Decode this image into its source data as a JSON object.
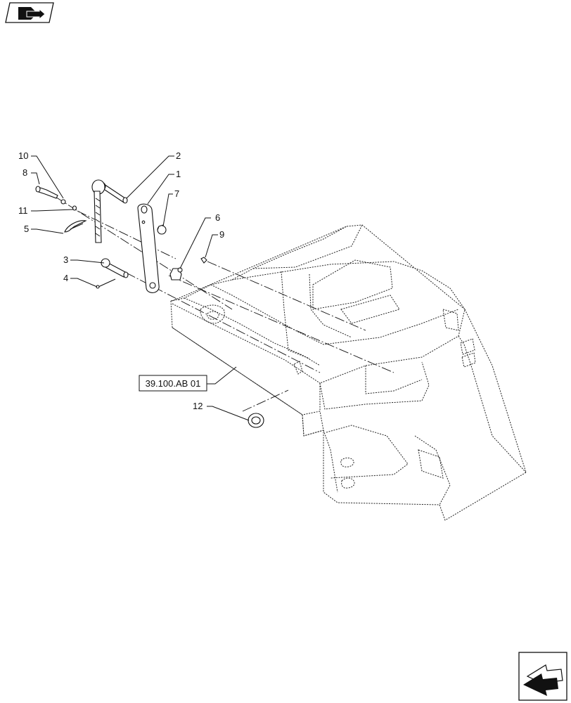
{
  "callouts": {
    "c1": "1",
    "c2": "2",
    "c3": "3",
    "c4": "4",
    "c5": "5",
    "c6": "6",
    "c7": "7",
    "c8": "8",
    "c9": "9",
    "c10": "10",
    "c11": "11",
    "c12": "12"
  },
  "reference_label": "39.100.AB 01",
  "icons": {
    "top_left": "book-arrow-icon",
    "bottom_right": "next-page-arrow-icon"
  }
}
